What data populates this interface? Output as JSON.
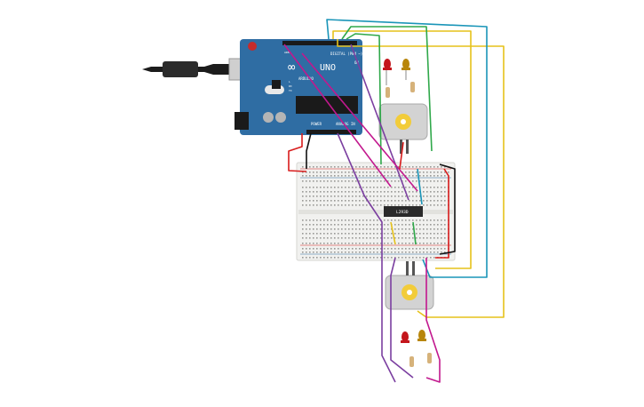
{
  "board": {
    "logo": "∞",
    "model": "UNO",
    "brand": "ARDUINO",
    "digital_label": "DIGITAL (PWM ~)",
    "analog_label": "ANALOG IN",
    "power_label": "POWER",
    "on_label": "ON",
    "tx_label": "TX",
    "rx_label": "RX",
    "l_label": "L",
    "aref_label": "AREF"
  },
  "driver_ic": {
    "label": "L293D"
  },
  "colors": {
    "board": "#2f6da3",
    "breadboard": "#f1f1ef",
    "wire_red": "#d81c1c",
    "wire_black": "#111111",
    "wire_green": "#2fa84a",
    "wire_blue": "#1a95b8",
    "wire_yellow": "#e6c21a",
    "wire_purple": "#7b3fa0",
    "wire_magenta": "#c2188e",
    "led_red": "#c4161c",
    "led_amber": "#b8860b",
    "motor_body": "#d3d3d3",
    "motor_gear": "#f2cc3a"
  }
}
